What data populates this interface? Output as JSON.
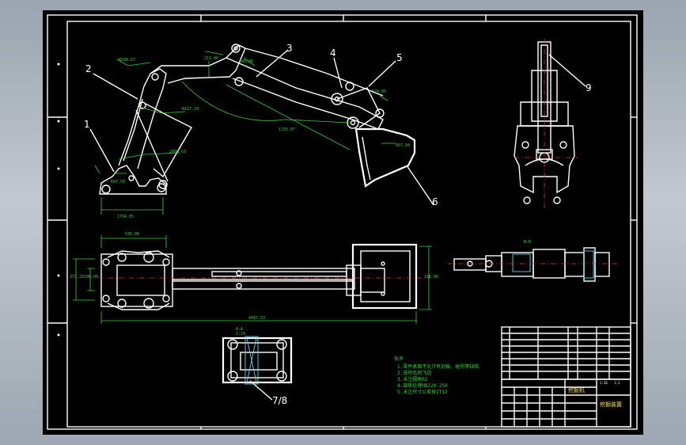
{
  "part_labels": [
    {
      "id": "1",
      "text": "1"
    },
    {
      "id": "2",
      "text": "2"
    },
    {
      "id": "3",
      "text": "3"
    },
    {
      "id": "4",
      "text": "4"
    },
    {
      "id": "5",
      "text": "5"
    },
    {
      "id": "6",
      "text": "6"
    },
    {
      "id": "7_8",
      "text": "7/8"
    },
    {
      "id": "9",
      "text": "9"
    }
  ],
  "dimensions": {
    "boom_arc_radius": "R598.67",
    "boom_lower_radius": "R427.29",
    "boom_top_angle": "211.46",
    "boom_pin_dist": "486.00",
    "arm_length": "1735.07",
    "arm_cyl": "574.95",
    "bucket_dim": "667.94",
    "base_diag": "2008.63",
    "base_pin": "R97.50",
    "base_width": "1734.85",
    "top_width": "536.00",
    "left_height_a": "377.29",
    "left_height_b": "200.00",
    "right_height": "166.00",
    "total_length": "4497.33",
    "section_ab": "A-A",
    "section_scale": "1:10",
    "right_section": "B-B"
  },
  "notes": {
    "heading": "技术",
    "lines": [
      "1.零件表面不允许有划痕、碰伤等缺陷",
      "2.去除毛刺飞边",
      "3.未注圆角R2",
      "4.调质处理HB220-250",
      "5.未注尺寸公差按IT12"
    ]
  },
  "title_block": {
    "name": "挖掘机",
    "drawing_title": "挖掘装置",
    "scale": "1:20",
    "sheet": "1:1"
  },
  "colors": {
    "background": "#000000",
    "lines": "#ffffff",
    "dimensions": "#3bd13b",
    "centerlines": "#e53935",
    "highlight": "#5fd6e6",
    "title": "#ffe14a"
  }
}
